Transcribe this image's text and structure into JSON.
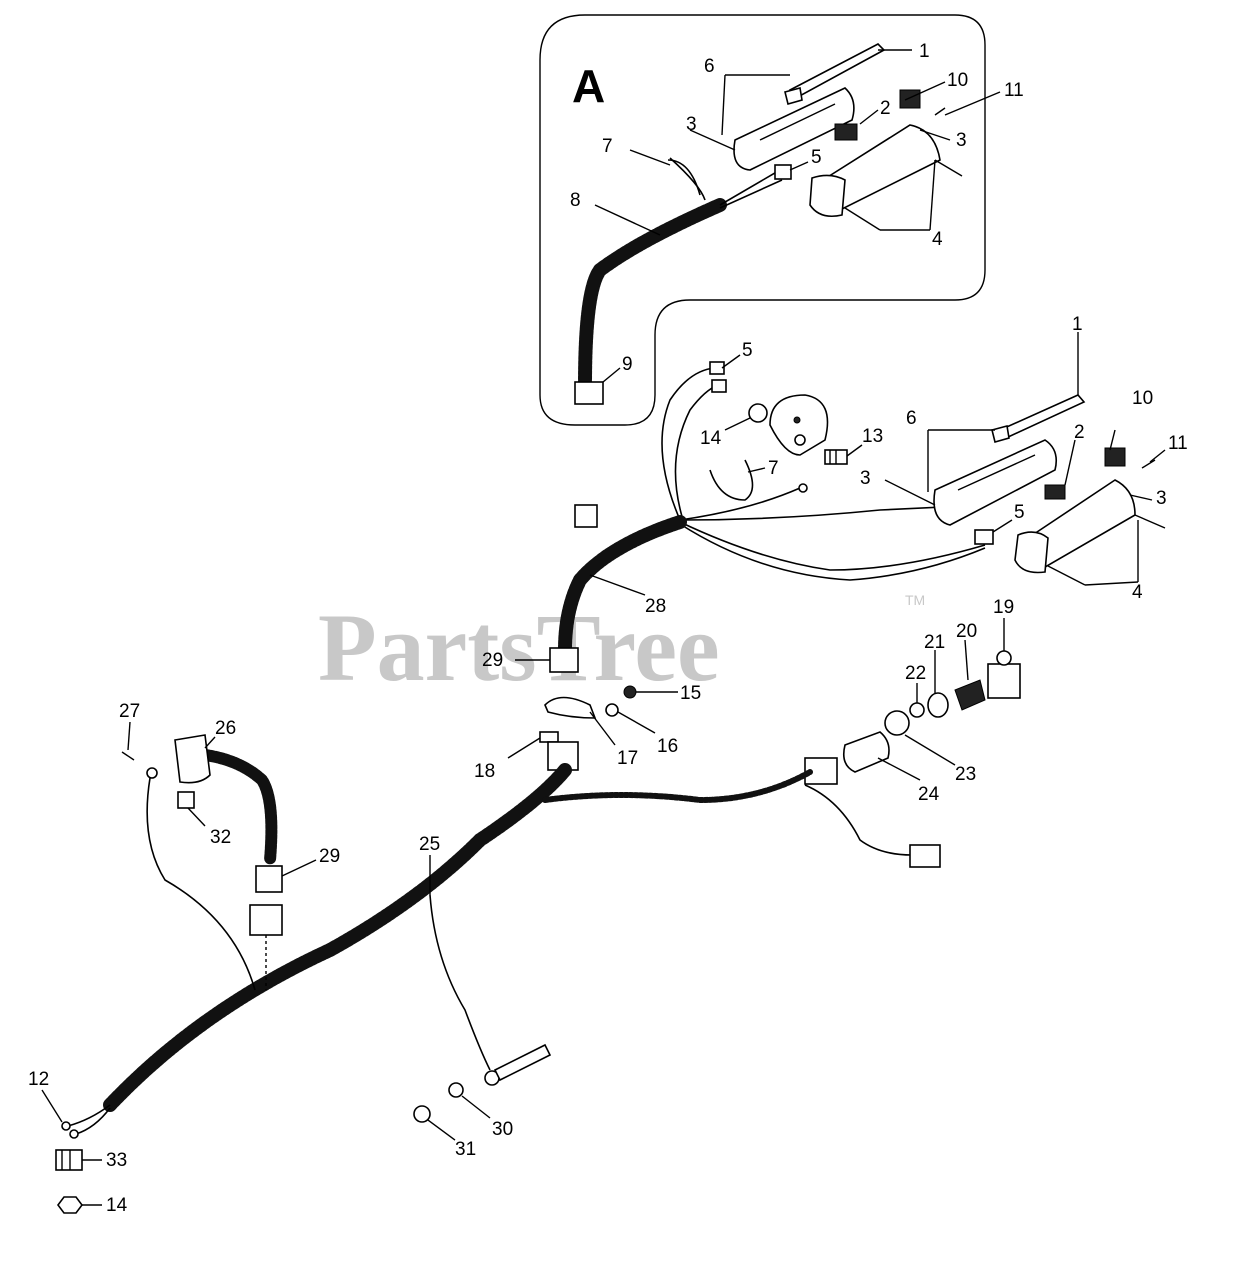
{
  "inset": {
    "letter": "A"
  },
  "watermark": {
    "text": "PartsTree",
    "trademark": "TM"
  },
  "callouts": {
    "inset": [
      "1",
      "6",
      "10",
      "11",
      "2",
      "3",
      "3",
      "7",
      "5",
      "8",
      "4",
      "9"
    ],
    "main_top": [
      "5",
      "1",
      "14",
      "13",
      "6",
      "10",
      "11",
      "2",
      "7",
      "3",
      "3",
      "5",
      "4"
    ],
    "main_mid": [
      "28",
      "19",
      "21",
      "20",
      "29",
      "22",
      "15",
      "16",
      "17",
      "18",
      "23",
      "24"
    ],
    "main_low": [
      "27",
      "26",
      "32",
      "29",
      "25",
      "12",
      "33",
      "14",
      "30",
      "31"
    ]
  }
}
